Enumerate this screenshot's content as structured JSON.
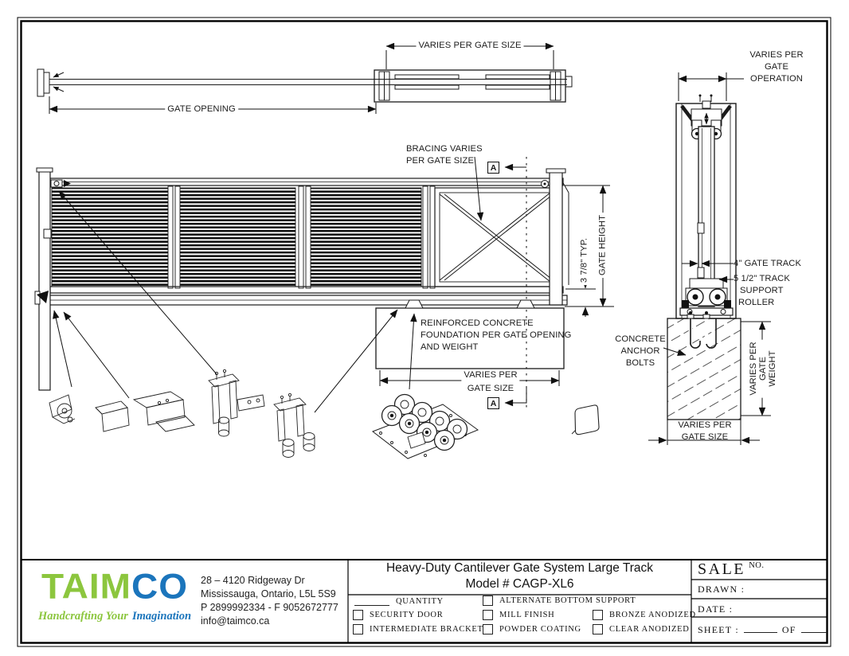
{
  "drawing": {
    "top_view": {
      "varies_per_gate_size": "VARIES PER GATE SIZE",
      "gate_opening": "GATE OPENING"
    },
    "elevation": {
      "bracing": [
        "BRACING VARIES",
        "PER GATE SIZE"
      ],
      "section_marker": "A",
      "gate_height": "GATE HEIGHT",
      "typ_dim": "3 7/8\" TYP.",
      "foundation_note": [
        "REINFORCED CONCRETE",
        "FOUNDATION PER GATE OPENING",
        "AND WEIGHT"
      ],
      "varies_per_gate_size": [
        "VARIES PER",
        "GATE SIZE"
      ]
    },
    "section_view": {
      "varies_per_gate_operation": [
        "VARIES PER",
        "GATE",
        "OPERATION"
      ],
      "gate_track": "4\" GATE TRACK",
      "track_support_roller": [
        "5 1/2\" TRACK",
        "SUPPORT",
        "ROLLER"
      ],
      "concrete_anchor_bolts": [
        "CONCRETE",
        "ANCHOR",
        "BOLTS"
      ],
      "varies_per_gate_weight": [
        "VARIES PER",
        "GATE",
        "WEIGHT"
      ],
      "varies_per_gate_size": [
        "VARIES PER",
        "GATE SIZE"
      ]
    }
  },
  "title_block": {
    "logo": {
      "part1": "TAIM",
      "part2": "CO",
      "tagline_part1": "Handcrafting Your",
      "tagline_part2": "Imagination",
      "green": "#8CC63E",
      "blue": "#1B75BC"
    },
    "address": [
      "28 – 4120 Ridgeway Dr",
      "Mississauga, Ontario, L5L 5S9",
      "P 2899992334 - F 9052672777",
      "info@taimco.ca"
    ],
    "title": [
      "Heavy-Duty Cantilever Gate System Large Track",
      "Model # CAGP-XL6"
    ],
    "options": {
      "quantity": "QUANTITY",
      "col1": [
        "SECURITY DOOR",
        "INTERMEDIATE BRACKET"
      ],
      "col2": [
        "ALTERNATE BOTTOM SUPPORT",
        "MILL FINISH",
        "POWDER COATING"
      ],
      "col3": [
        "BRONZE ANODIZED",
        "CLEAR ANODIZED"
      ]
    },
    "sale": {
      "label": "SALE",
      "no": "NO."
    },
    "drawn": "DRAWN :",
    "date": "DATE :",
    "sheet": {
      "label": "SHEET :",
      "of": "OF"
    }
  }
}
